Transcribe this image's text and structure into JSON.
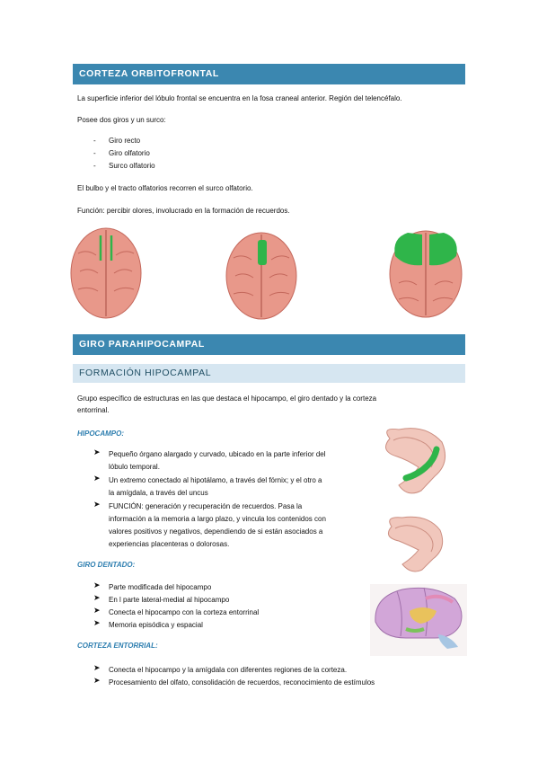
{
  "section1": {
    "title": "CORTEZA ORBITOFRONTAL",
    "intro": "La superficie inferior del lóbulo frontal se encuentra en la fosa craneal anterior. Región del telencéfalo.",
    "gyri_intro": "Posee dos giros y un surco:",
    "items": [
      "Giro recto",
      "Giro olfatorio",
      "Surco olfatorio"
    ],
    "bulb": "El bulbo y el tracto olfatorios recorren el surco olfatorio.",
    "function": "Función: percibir olores, involucrado en la formación de recuerdos."
  },
  "section2": {
    "title": "GIRO PARAHIPOCAMPAL",
    "subtitle": "FORMACIÓN HIPOCAMPAL",
    "intro_line1": "Grupo específico de estructuras en las que destaca el hipocampo, el giro dentado y la corteza",
    "intro_line2": "entorrinal.",
    "hipocampo": {
      "heading": "HIPOCAMPO:",
      "bullets": [
        [
          "Pequeño órgano alargado y curvado, ubicado en la parte inferior del",
          "lóbulo temporal."
        ],
        [
          "Un extremo conectado al hipotálamo, a través del fórnix; y el otro a",
          "la amígdala, a través del uncus"
        ],
        [
          "FUNCIÓN: generación y recuperación de recuerdos. Pasa la",
          "información a la memoria a largo plazo, y vincula los contenidos con",
          "valores positivos y negativos, dependiendo de si están asociados a",
          "experiencias placenteras o dolorosas."
        ]
      ]
    },
    "giro_dentado": {
      "heading": "GIRO DENTADO:",
      "bullets": [
        "Parte modificada del hipocampo",
        "En l parte lateral-medial al hipocampo",
        "Conecta el hipocampo con la corteza entorrinal",
        "Memoria episódica y espacial"
      ]
    },
    "corteza_entorrial": {
      "heading": "CORTEZA ENTORRIAL:",
      "bullets": [
        "Conecta el hipocampo y la amígdala con diferentes regiones de la corteza.",
        "Procesamiento del olfato, consolidación de recuerdos, reconocimiento de estímulos"
      ]
    }
  },
  "colors": {
    "header_band": "#3b87b0",
    "subheader_band": "#d6e6f1",
    "italic_heading": "#2f7fb0",
    "highlight_green": "#2fb54a",
    "brain_pink": "#e8988a"
  }
}
